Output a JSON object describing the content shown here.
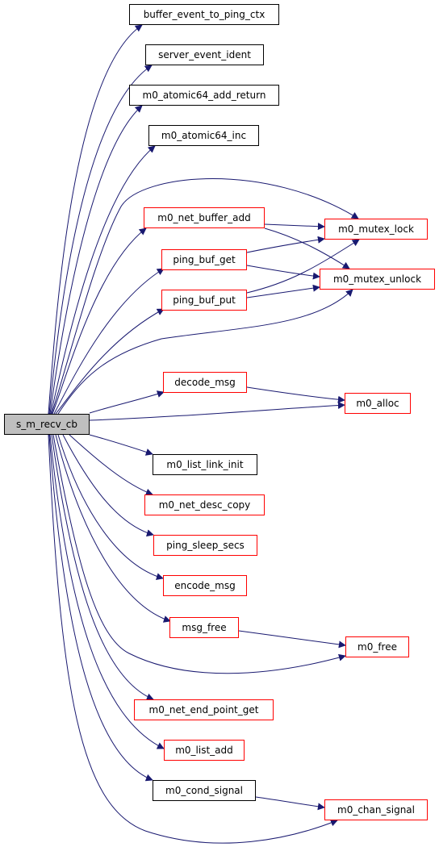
{
  "diagram": {
    "root": "s_m_recv_cb",
    "nodes": [
      {
        "id": "s_m_recv_cb",
        "label": "s_m_recv_cb",
        "style": "root"
      },
      {
        "id": "buffer_event_to_ping_ctx",
        "label": "buffer_event_to_ping_ctx",
        "style": "black"
      },
      {
        "id": "server_event_ident",
        "label": "server_event_ident",
        "style": "black"
      },
      {
        "id": "m0_atomic64_add_return",
        "label": "m0_atomic64_add_return",
        "style": "black"
      },
      {
        "id": "m0_atomic64_inc",
        "label": "m0_atomic64_inc",
        "style": "black"
      },
      {
        "id": "m0_net_buffer_add",
        "label": "m0_net_buffer_add",
        "style": "red"
      },
      {
        "id": "ping_buf_get",
        "label": "ping_buf_get",
        "style": "red"
      },
      {
        "id": "ping_buf_put",
        "label": "ping_buf_put",
        "style": "red"
      },
      {
        "id": "decode_msg",
        "label": "decode_msg",
        "style": "red"
      },
      {
        "id": "m0_list_link_init",
        "label": "m0_list_link_init",
        "style": "black"
      },
      {
        "id": "m0_net_desc_copy",
        "label": "m0_net_desc_copy",
        "style": "red"
      },
      {
        "id": "ping_sleep_secs",
        "label": "ping_sleep_secs",
        "style": "red"
      },
      {
        "id": "encode_msg",
        "label": "encode_msg",
        "style": "red"
      },
      {
        "id": "msg_free",
        "label": "msg_free",
        "style": "red"
      },
      {
        "id": "m0_net_end_point_get",
        "label": "m0_net_end_point_get",
        "style": "red"
      },
      {
        "id": "m0_list_add",
        "label": "m0_list_add",
        "style": "red"
      },
      {
        "id": "m0_cond_signal",
        "label": "m0_cond_signal",
        "style": "black"
      },
      {
        "id": "m0_mutex_lock",
        "label": "m0_mutex_lock",
        "style": "red"
      },
      {
        "id": "m0_mutex_unlock",
        "label": "m0_mutex_unlock",
        "style": "red"
      },
      {
        "id": "m0_alloc",
        "label": "m0_alloc",
        "style": "red"
      },
      {
        "id": "m0_free",
        "label": "m0_free",
        "style": "red"
      },
      {
        "id": "m0_chan_signal",
        "label": "m0_chan_signal",
        "style": "red"
      }
    ],
    "edges": [
      {
        "from": "s_m_recv_cb",
        "to": "buffer_event_to_ping_ctx"
      },
      {
        "from": "s_m_recv_cb",
        "to": "server_event_ident"
      },
      {
        "from": "s_m_recv_cb",
        "to": "m0_atomic64_add_return"
      },
      {
        "from": "s_m_recv_cb",
        "to": "m0_atomic64_inc"
      },
      {
        "from": "s_m_recv_cb",
        "to": "m0_mutex_lock"
      },
      {
        "from": "s_m_recv_cb",
        "to": "m0_net_buffer_add"
      },
      {
        "from": "s_m_recv_cb",
        "to": "ping_buf_get"
      },
      {
        "from": "s_m_recv_cb",
        "to": "ping_buf_put"
      },
      {
        "from": "s_m_recv_cb",
        "to": "m0_mutex_unlock"
      },
      {
        "from": "s_m_recv_cb",
        "to": "decode_msg"
      },
      {
        "from": "s_m_recv_cb",
        "to": "m0_alloc"
      },
      {
        "from": "s_m_recv_cb",
        "to": "m0_list_link_init"
      },
      {
        "from": "s_m_recv_cb",
        "to": "m0_net_desc_copy"
      },
      {
        "from": "s_m_recv_cb",
        "to": "ping_sleep_secs"
      },
      {
        "from": "s_m_recv_cb",
        "to": "encode_msg"
      },
      {
        "from": "s_m_recv_cb",
        "to": "msg_free"
      },
      {
        "from": "s_m_recv_cb",
        "to": "m0_free"
      },
      {
        "from": "s_m_recv_cb",
        "to": "m0_net_end_point_get"
      },
      {
        "from": "s_m_recv_cb",
        "to": "m0_list_add"
      },
      {
        "from": "s_m_recv_cb",
        "to": "m0_cond_signal"
      },
      {
        "from": "s_m_recv_cb",
        "to": "m0_chan_signal"
      },
      {
        "from": "m0_net_buffer_add",
        "to": "m0_mutex_lock"
      },
      {
        "from": "m0_net_buffer_add",
        "to": "m0_mutex_unlock"
      },
      {
        "from": "ping_buf_get",
        "to": "m0_mutex_lock"
      },
      {
        "from": "ping_buf_get",
        "to": "m0_mutex_unlock"
      },
      {
        "from": "ping_buf_put",
        "to": "m0_mutex_lock"
      },
      {
        "from": "ping_buf_put",
        "to": "m0_mutex_unlock"
      },
      {
        "from": "decode_msg",
        "to": "m0_alloc"
      },
      {
        "from": "msg_free",
        "to": "m0_free"
      },
      {
        "from": "m0_cond_signal",
        "to": "m0_chan_signal"
      }
    ],
    "colors": {
      "edge": "#191970",
      "node_border_default": "#000000",
      "node_border_linked": "#ff0000",
      "root_fill": "#bfbfbf",
      "node_fill": "#ffffff"
    }
  }
}
